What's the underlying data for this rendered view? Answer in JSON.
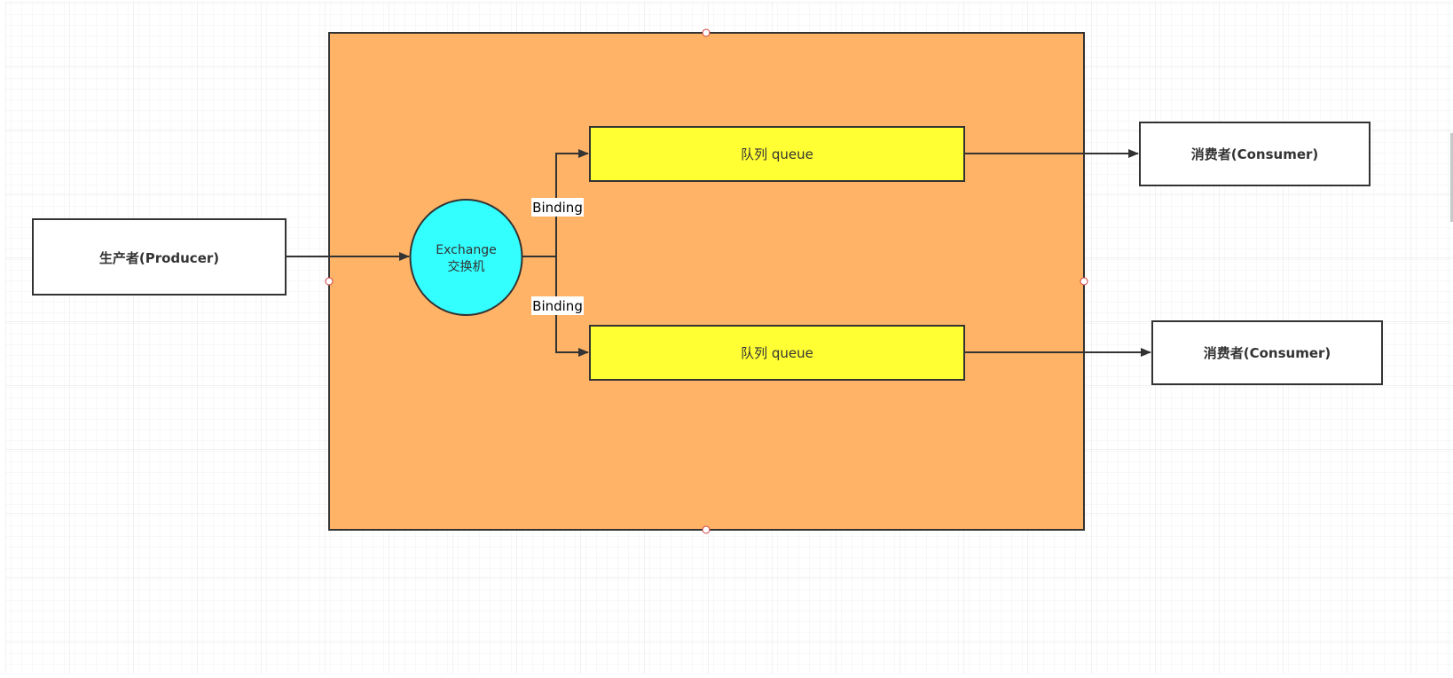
{
  "diagram": {
    "producer": {
      "label": "生产者(Producer)"
    },
    "exchange": {
      "line1": "Exchange",
      "line2": "交换机"
    },
    "bindings": [
      {
        "label": "Binding"
      },
      {
        "label": "Binding"
      }
    ],
    "queues": [
      {
        "label": "队列 queue"
      },
      {
        "label": "队列 queue"
      }
    ],
    "consumers": [
      {
        "label": "消费者(Consumer)"
      },
      {
        "label": "消费者(Consumer)"
      }
    ]
  },
  "colors": {
    "broker_fill": "#FFB366",
    "exchange_fill": "#33FFFF",
    "queue_fill": "#FFFF33",
    "box_fill": "#FFFFFF",
    "stroke": "#333333",
    "grid_minor": "#F0F0F0",
    "grid_major": "#E4E4E4",
    "handle_stroke": "#D04040"
  }
}
